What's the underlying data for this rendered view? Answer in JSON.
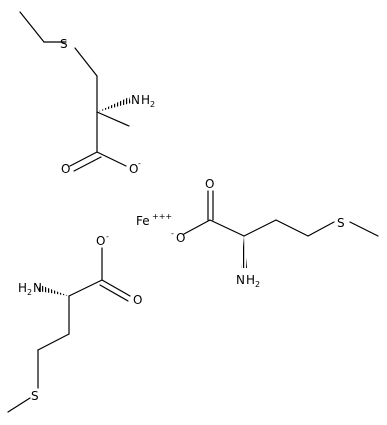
{
  "structure": {
    "ion": {
      "symbol": "Fe",
      "charge": "+++"
    },
    "molecules": [
      {
        "s": "S",
        "nh2": "H",
        "nh2_n": "N",
        "nh2_h": "H",
        "nh2_sub": "2",
        "o_double": "O",
        "o_single": "O",
        "o_charge": "-"
      },
      {
        "s": "S",
        "nh2_n": "N",
        "nh2_h": "H",
        "nh2_sub": "2",
        "o_double": "O",
        "o_single": "O",
        "o_charge": "-"
      },
      {
        "s": "S",
        "nh2_n": "N",
        "nh2_h": "H",
        "nh2_sub": "2",
        "o_double": "O",
        "o_single": "O",
        "o_charge": "-"
      }
    ]
  }
}
